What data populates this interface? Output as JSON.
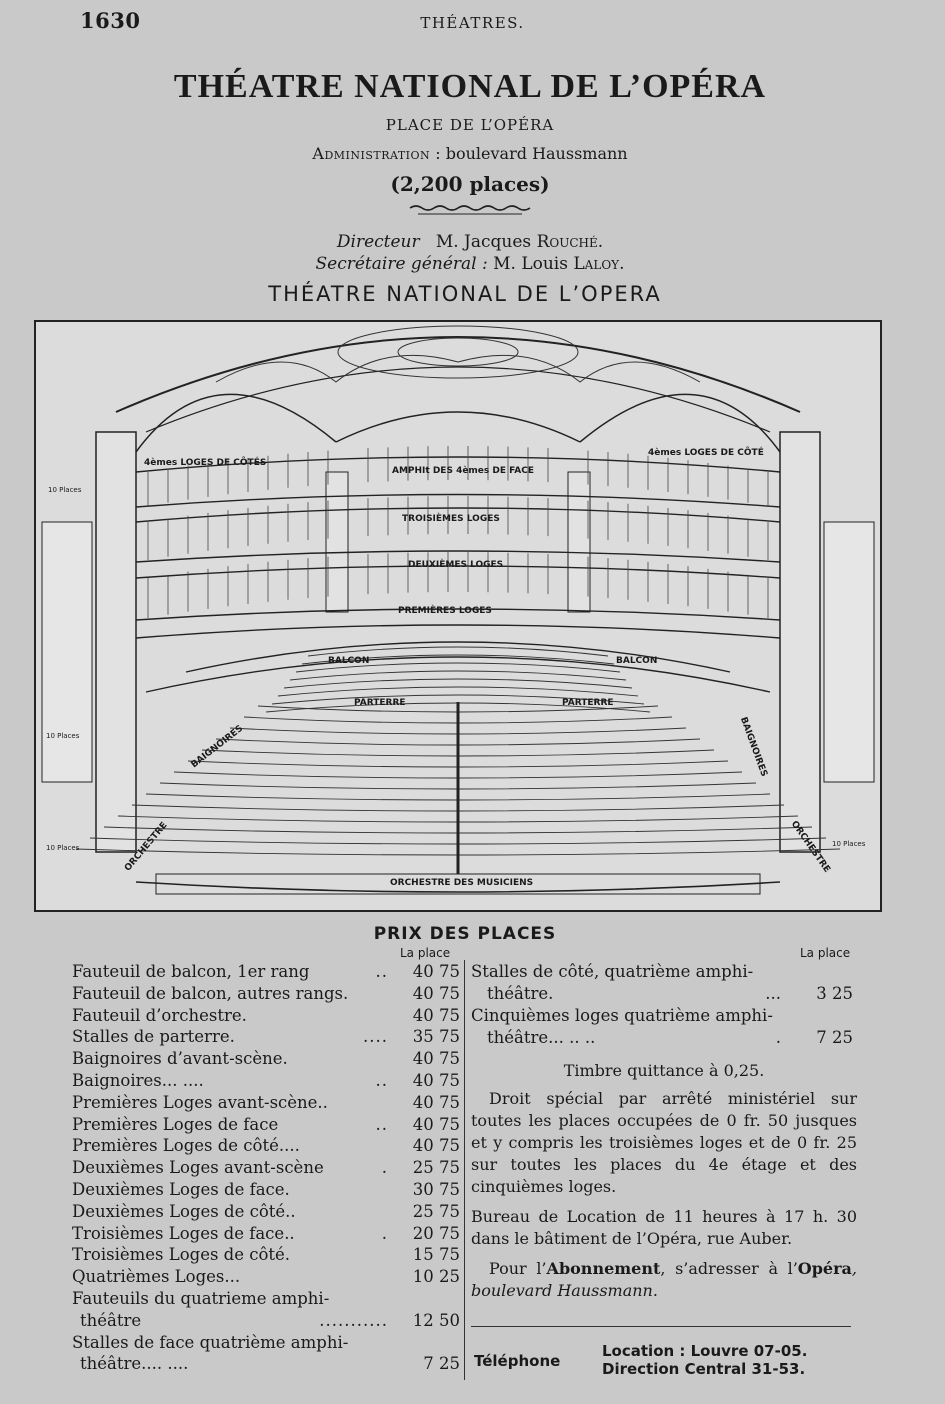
{
  "header": {
    "page_number": "1630",
    "running_title": "THÉATRES."
  },
  "theatre": {
    "name": "THÉATRE NATIONAL DE L’OPÉRA",
    "address": "PLACE DE L’OPÉRA",
    "admin_label": "Administration",
    "admin_address": ": boulevard Haussmann",
    "capacity": "(2,200 places)"
  },
  "staff": {
    "director_role": "Directeur",
    "director_name": "M. Jacques",
    "director_surname": "Rouché.",
    "secretary_role": "Secrétaire général :",
    "secretary_name": "M. Louis",
    "secretary_surname": "Laloy."
  },
  "plan": {
    "title": "THÉATRE NATIONAL DE L’OPERA",
    "labels": {
      "loges_cotes_left": "4èmes LOGES DE CÔTÉS",
      "loges_cote_right": "4èmes LOGES DE CÔTÉ",
      "amphi_face": "AMPHIt DES 4èmes DE FACE",
      "troisiemes": "TROISIÈMES LOGES",
      "deuxiemes": "DEUXIÈMES LOGES",
      "premieres": "PREMIÈRES LOGES",
      "balcon_left": "BALCON",
      "balcon_right": "BALCON",
      "parterre_left": "PARTERRE",
      "parterre_right": "PARTERRE",
      "baignoires_left": "BAIGNOIRES",
      "baignoires_right": "BAIGNOIRES",
      "orchestre_left": "ORCHESTRE",
      "orchestre_right": "ORCHESTRE",
      "orchestre_musiciens": "ORCHESTRE DES MUSICIENS",
      "dix_places_1": "10 Places",
      "dix_places_2": "10 Places",
      "dix_places_3": "10 Places",
      "dix_places_4": "10 Places"
    }
  },
  "prices": {
    "heading": "PRIX DES PLACES",
    "col_left": "La place",
    "col_right": "La place",
    "left_rows": [
      {
        "label": "Fauteuil de balcon, 1er rang",
        "dots": "..",
        "price": "40 75"
      },
      {
        "label": "Fauteuil de balcon, autres rangs.",
        "dots": "",
        "price": "40 75"
      },
      {
        "label": "Fauteuil d’orchestre.",
        "dots": "",
        "price": "40 75"
      },
      {
        "label": "Stalles de parterre.",
        "dots": "....",
        "price": "35 75"
      },
      {
        "label": "Baignoires d’avant-scène.",
        "dots": "",
        "price": "40 75"
      },
      {
        "label": "Baignoires... ....",
        "dots": "..",
        "price": "40 75"
      },
      {
        "label": "Premières Loges avant-scène..",
        "dots": "",
        "price": "40 75"
      },
      {
        "label": "Premières Loges de face",
        "dots": "..",
        "price": "40 75"
      },
      {
        "label": "Premières Loges de côté....",
        "dots": "",
        "price": "40 75"
      },
      {
        "label": "Deuxièmes Loges avant-scène",
        "dots": ".",
        "price": "25 75"
      },
      {
        "label": "Deuxièmes Loges de face.",
        "dots": "",
        "price": "30 75"
      },
      {
        "label": "Deuxièmes Loges de côté..",
        "dots": "",
        "price": "25 75"
      },
      {
        "label": "Troisièmes Loges de face..",
        "dots": ".",
        "price": "20 75"
      },
      {
        "label": "Troisièmes Loges de côté.",
        "dots": "",
        "price": "15 75"
      },
      {
        "label": "Quatrièmes Loges...",
        "dots": "",
        "price": "10 25"
      },
      {
        "label": "Fauteuils du quatrieme amphi-",
        "dots": "",
        "price": ""
      },
      {
        "label": "théâtre",
        "dots": "...........",
        "price": "12 50",
        "indent": true
      },
      {
        "label": "Stalles de face quatrième amphi-",
        "dots": "",
        "price": ""
      },
      {
        "label": "théâtre.... ....",
        "dots": "",
        "price": "7 25",
        "indent": true
      }
    ],
    "right_rows": [
      {
        "label": "Stalles de côté, quatrième amphi-",
        "price": ""
      },
      {
        "label": "théâtre.",
        "dots": "...",
        "price": "3 25",
        "indent": true
      },
      {
        "label": "Cinquièmes loges quatrième amphi-",
        "price": ""
      },
      {
        "label": "théâtre... .. ..",
        "dots": ".",
        "price": "7 25",
        "indent": true
      }
    ],
    "stamp": "Timbre quittance à 0,25.",
    "droit": "Droit spécial par arrêté ministériel sur toutes les places occupées de 0 fr. 50 jusques et y compris les troisièmes loges et de 0 fr. 25 sur toutes les places du 4e étage et des cinquièmes loges.",
    "bureau": "Bureau de Location de 11 heures à 17 h. 30 dans le bâtiment de l’Opéra, rue Auber.",
    "abonnement_pre": "Pour l’",
    "abonnement_bold": "Abonnement",
    "abonnement_mid": ", s’adresser à l’",
    "abonnement_opera": "Opéra",
    "abonnement_post": ", boulevard Haussmann.",
    "telephone_label": "Téléphone",
    "tel_location": "Location : Louvre 07-05.",
    "tel_direction": "Direction  Central 31-53."
  }
}
